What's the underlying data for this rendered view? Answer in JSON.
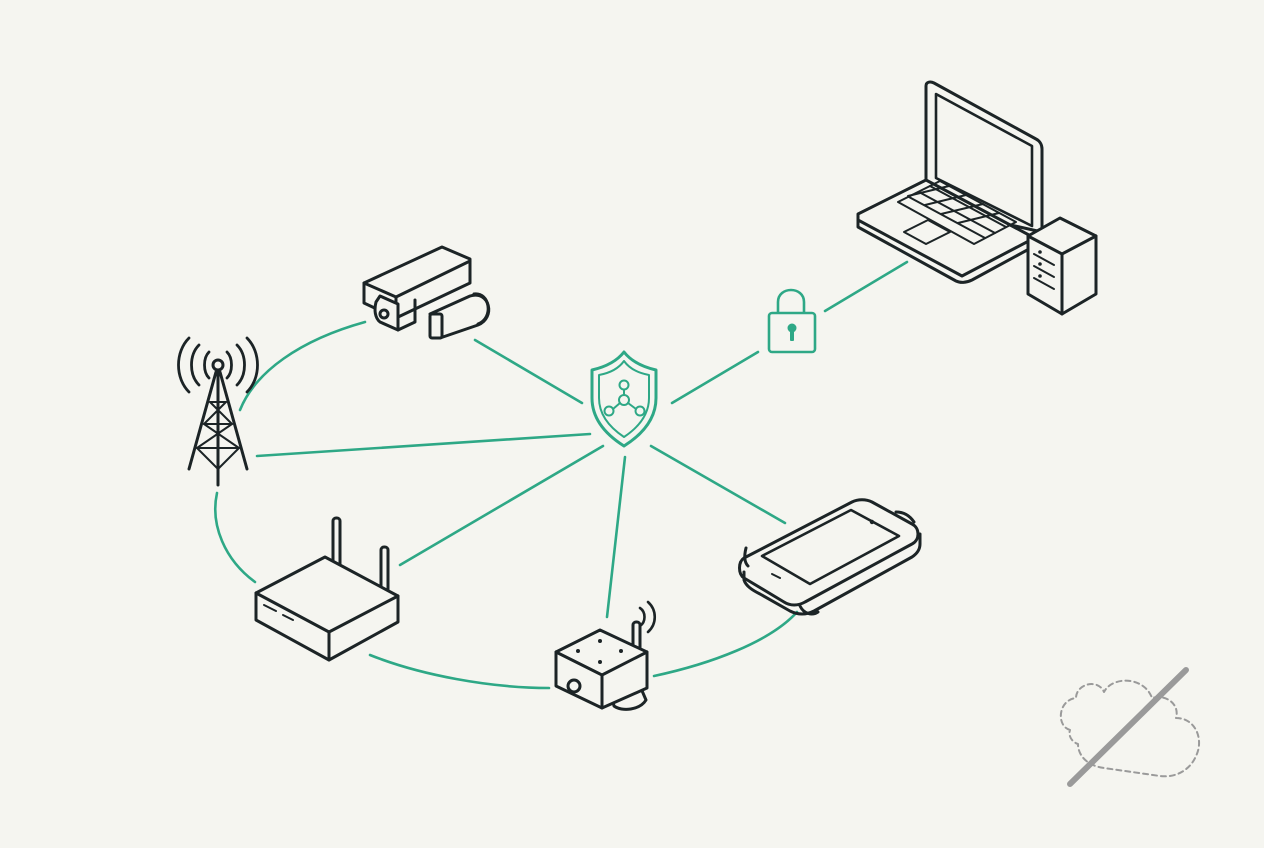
{
  "colors": {
    "background": "#f5f5f0",
    "link": "#2ea886",
    "device_outline": "#1c2426",
    "offline_cloud": "#9a9a9a"
  },
  "nodes": [
    {
      "id": "hub",
      "icon": "shield-network-icon"
    },
    {
      "id": "camera",
      "icon": "security-camera-icon"
    },
    {
      "id": "tower",
      "icon": "radio-tower-icon"
    },
    {
      "id": "router",
      "icon": "wifi-router-icon"
    },
    {
      "id": "sensor",
      "icon": "iot-sensor-icon"
    },
    {
      "id": "tablet",
      "icon": "rugged-tablet-icon"
    },
    {
      "id": "lock",
      "icon": "padlock-icon"
    },
    {
      "id": "workstation",
      "icon": "laptop-server-icon"
    },
    {
      "id": "offline-cloud",
      "icon": "cloud-disconnected-icon"
    }
  ],
  "links": [
    {
      "from": "hub",
      "to": "camera"
    },
    {
      "from": "hub",
      "to": "tower"
    },
    {
      "from": "hub",
      "to": "router"
    },
    {
      "from": "hub",
      "to": "sensor"
    },
    {
      "from": "hub",
      "to": "tablet"
    },
    {
      "from": "hub",
      "to": "lock"
    },
    {
      "from": "lock",
      "to": "workstation"
    },
    {
      "from": "camera",
      "to": "tower"
    },
    {
      "from": "tower",
      "to": "router"
    },
    {
      "from": "router",
      "to": "sensor"
    },
    {
      "from": "sensor",
      "to": "tablet"
    }
  ]
}
